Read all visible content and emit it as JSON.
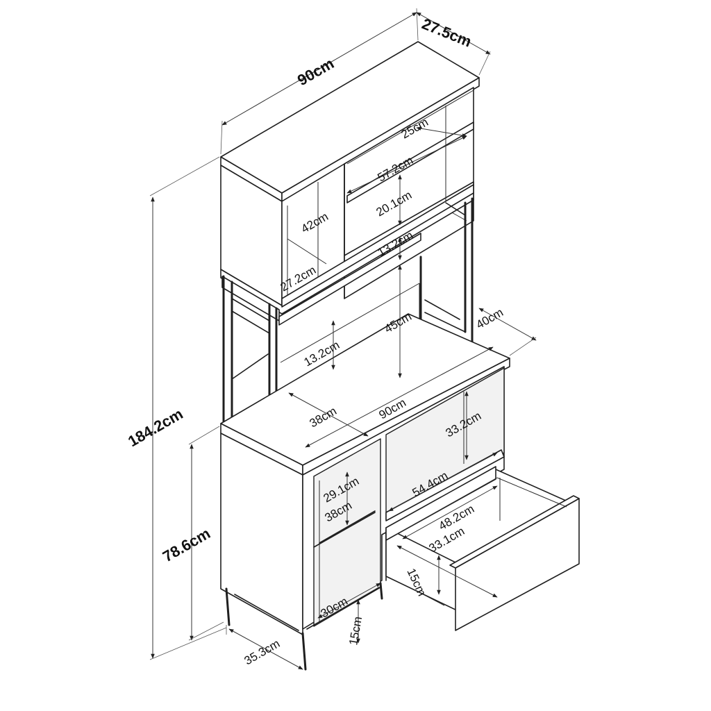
{
  "labels": {
    "top_depth": "27.5cm",
    "top_width": "90cm",
    "shelf_depth_upper": "25cm",
    "upper_inner_width": "57.2cm",
    "upper_shelf_height": "20.1cm",
    "left_cabinet_height": "42cm",
    "left_cabinet_width": "27.2cm",
    "hutch_gap_height": "13.2cm",
    "total_height": "184.2cm",
    "open_bay_height": "45cm",
    "desk_depth": "40cm",
    "side_shelf_height": "13.2cm",
    "desk_side_depth": "38cm",
    "desk_width": "90cm",
    "right_bay_height": "33.2cm",
    "lower_cabinet_height": "78.6cm",
    "left_shelf_height": "29.1cm",
    "left_shelf_depth": "38cm",
    "drawer_bay_width": "54.4cm",
    "drawer_outer_width": "48.2cm",
    "drawer_inner_depth": "33.1cm",
    "drawer_height": "15cm",
    "left_bay_width": "30cm",
    "leg_height": "15cm",
    "base_depth": "35.3cm"
  },
  "colors": {
    "line": "#1f1f1f",
    "background": "#ffffff"
  }
}
